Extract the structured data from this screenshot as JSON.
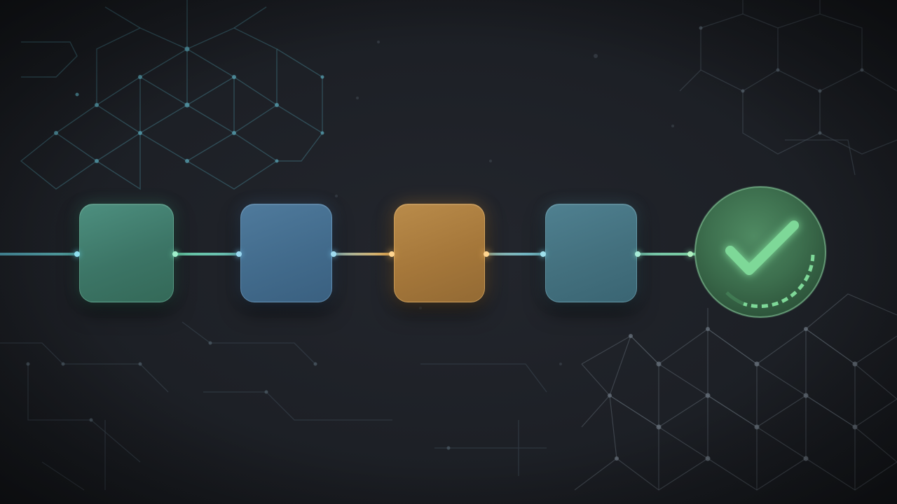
{
  "pipeline": {
    "steps": [
      {
        "id": "step-1",
        "color": "#4d8f7f"
      },
      {
        "id": "step-2",
        "color": "#4f7a9c"
      },
      {
        "id": "step-3",
        "color": "#b98b4a"
      },
      {
        "id": "step-4",
        "color": "#4f8090"
      }
    ],
    "connector_colors": [
      "#5bbfd6",
      "#6ed9b0",
      "#f0b860"
    ],
    "final_icon": "checkmark-icon",
    "final_color": "#6fc48a",
    "final_progress_icon": "dashed-progress-arc-icon"
  },
  "background": {
    "base_color": "#1c1f25",
    "pattern_icon": "hexagon-network-pattern",
    "circuit_icon": "circuit-trace-pattern"
  }
}
